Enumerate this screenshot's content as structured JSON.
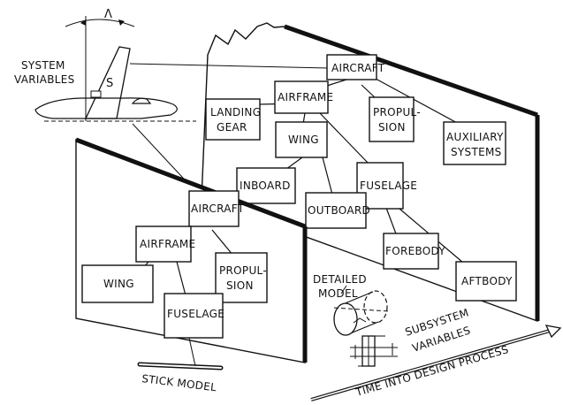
{
  "system_variables": {
    "line1": "SYSTEM",
    "line2": "VARIABLES"
  },
  "sketch": {
    "sweep_symbol": "Λ",
    "area_symbol": "S"
  },
  "detailed_panel": {
    "nodes": {
      "aircraft": [
        "AIRCRAFT"
      ],
      "airframe": [
        "AIRFRAME"
      ],
      "landing_gear": [
        "LANDING",
        "GEAR"
      ],
      "propulsion": [
        "PROPUL-",
        "SION"
      ],
      "auxiliary": [
        "AUXILIARY",
        "SYSTEMS"
      ],
      "wing": [
        "WING"
      ],
      "fuselage": [
        "FUSELAGE"
      ],
      "inboard": [
        "INBOARD"
      ],
      "outboard": [
        "OUTBOARD"
      ],
      "forebody": [
        "FOREBODY"
      ],
      "aftbody": [
        "AFTBODY"
      ]
    }
  },
  "stick_panel": {
    "nodes": {
      "aircraft": [
        "AIRCRAFT"
      ],
      "airframe": [
        "AIRFRAME"
      ],
      "wing": [
        "WING"
      ],
      "propulsion": [
        "PROPUL-",
        "SION"
      ],
      "fuselage": [
        "FUSELAGE"
      ]
    }
  },
  "labels": {
    "detailed_model": [
      "DETAILED",
      "MODEL"
    ],
    "subsystem_variables": [
      "SUBSYSTEM",
      "VARIABLES"
    ],
    "stick_model": "STICK MODEL",
    "time_axis": "TIME INTO DESIGN PROCESS"
  }
}
